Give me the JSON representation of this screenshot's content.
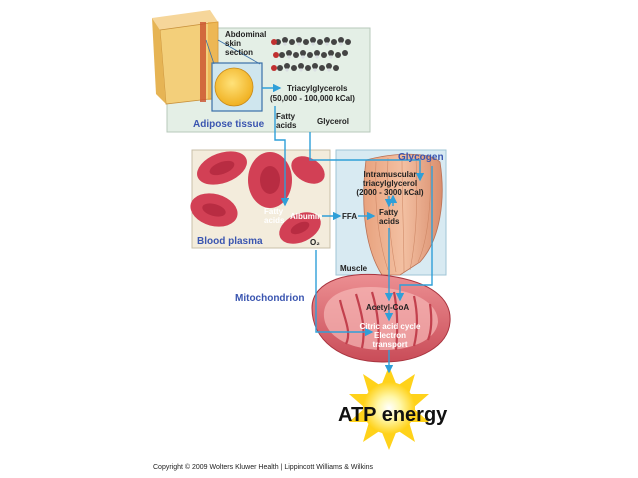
{
  "diagram": {
    "labels": {
      "abdominal_skin_1": "Abdominal",
      "abdominal_skin_2": "skin",
      "abdominal_skin_3": "section",
      "triacylglycerols": "Triacylglycerols",
      "triacylglycerols_kcal": "(50,000 - 100,000 kCal)",
      "adipose_tissue": "Adipose tissue",
      "fatty_acids_adipose_1": "Fatty",
      "fatty_acids_adipose_2": "acids",
      "glycerol": "Glycerol",
      "glycogen": "Glycogen",
      "intramuscular_1": "Intramuscular",
      "intramuscular_2": "triacylglycerol",
      "intramuscular_3": "(2000 - 3000 kCal)",
      "fatty_acids_muscle_1": "Fatty",
      "fatty_acids_muscle_2": "acids",
      "fatty_acids_plasma_1": "Fatty",
      "fatty_acids_plasma_2": "acids",
      "albumin": "Albumin",
      "ffa": "FFA",
      "blood_plasma": "Blood plasma",
      "o2": "O₂",
      "muscle": "Muscle",
      "mitochondrion": "Mitochondrion",
      "acetyl_coa": "Acetyl-CoA",
      "citric_acid_cycle": "Citric acid cycle",
      "electron": "Electron",
      "transport": "transport",
      "atp_energy": "ATP energy"
    },
    "copyright": "Copyright © 2009 Wolters Kluwer Health | Lippincott Williams & Wilkins",
    "colors": {
      "arrow": "#2f9fd8",
      "adipose_panel": "#e4efe6",
      "plasma_panel": "#f3ecdc",
      "muscle_panel": "#d8eaf2",
      "label_blue": "#3a55b0",
      "rbc": "#d24055",
      "mito": "#e06a72",
      "sun": "#ffd21a"
    }
  }
}
